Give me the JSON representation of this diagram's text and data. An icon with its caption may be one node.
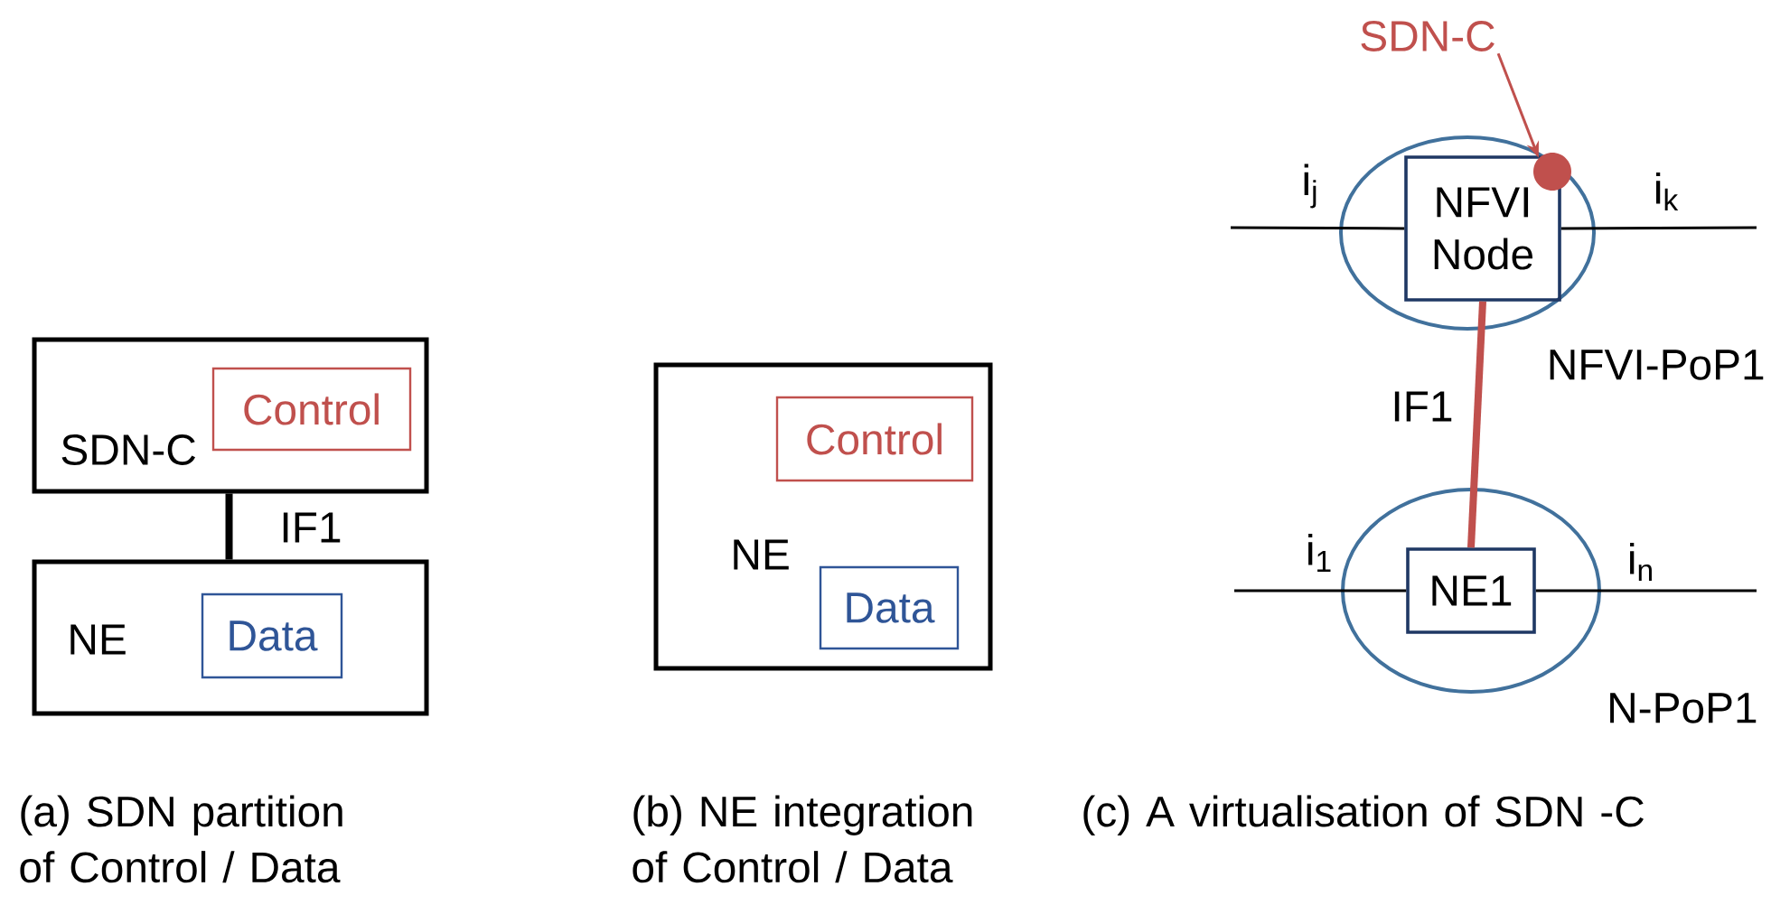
{
  "diagram": {
    "nodes": [
      {
        "text": [
          "SDN-C"
        ]
      },
      {
        "text": [
          "Control"
        ],
        "in": 0
      },
      {
        "text": [
          "NE"
        ]
      },
      {
        "text": [
          "Data"
        ],
        "in": 2
      },
      {
        "text": [
          "NE"
        ]
      },
      {
        "text": [
          "Control"
        ],
        "in": 4
      },
      {
        "text": [
          "Data"
        ],
        "in": 4
      },
      {
        "text": [
          "NFVI-PoP1"
        ]
      },
      {
        "text": [
          "NFVI Node"
        ],
        "in": 7
      },
      {
        "text": [
          "N-PoP1"
        ]
      },
      {
        "text": [
          "NE1"
        ],
        "in": 9
      },
      {
        "text": [
          "SDN-C"
        ]
      },
      {
        "text": [],
        "shape": "circle",
        "in": 7
      }
    ],
    "edges": [
      {
        "from": 0,
        "to": 2,
        "arrow": "none",
        "label": "IF1",
        "style": "thick"
      },
      {
        "from": 8,
        "to": 10,
        "arrow": "none",
        "label": "IF1",
        "style": "thick",
        "color": "#c0504d"
      },
      {
        "from": 11,
        "to": 12,
        "arrow": "to",
        "color": "#c0504d"
      },
      {
        "from": null,
        "to": 8,
        "arrow": "none",
        "label": "i$_{j}$"
      },
      {
        "from": 8,
        "to": null,
        "arrow": "none",
        "label": "i$_{k}$"
      },
      {
        "from": null,
        "to": 10,
        "arrow": "none",
        "label": "i$_{1}$"
      },
      {
        "from": 10,
        "to": null,
        "arrow": "none",
        "label": "i$_{n}$"
      }
    ],
    "labels": [
      "(a) SDN partition of Control / Data",
      "(b) NE integration of Control / Data",
      "(c) A virtualisation of SDN -C"
    ]
  }
}
